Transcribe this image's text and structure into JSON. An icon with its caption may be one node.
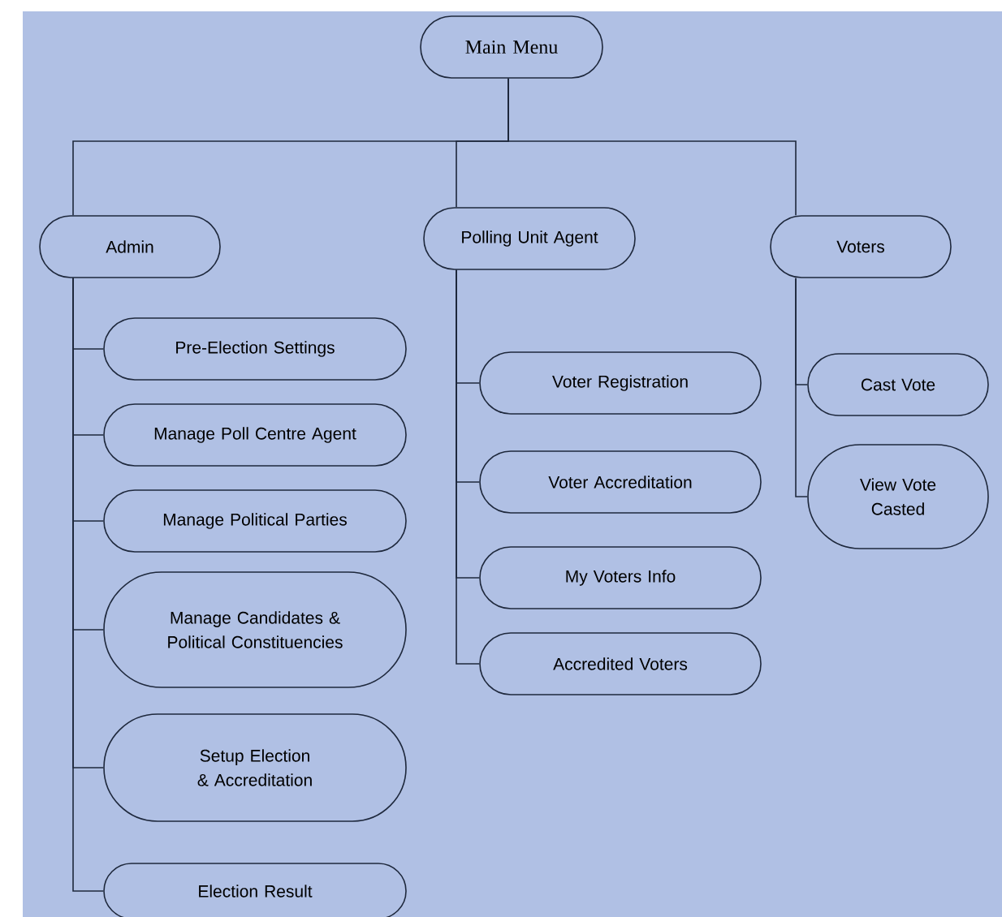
{
  "diagram": {
    "nodes": [
      {
        "text": [
          "Main Menu"
        ]
      },
      {
        "text": [
          "Admin"
        ]
      },
      {
        "text": [
          "Polling Unit Agent"
        ]
      },
      {
        "text": [
          "Voters"
        ]
      },
      {
        "text": [
          "Pre-Election Settings"
        ]
      },
      {
        "text": [
          "Manage Poll Centre Agent"
        ]
      },
      {
        "text": [
          "Manage Political Parties"
        ]
      },
      {
        "text": [
          "Manage Candidates & Political Constituencies"
        ]
      },
      {
        "text": [
          "Setup Election & Accreditation"
        ]
      },
      {
        "text": [
          "Election Result"
        ]
      },
      {
        "text": [
          "Voter Registration"
        ]
      },
      {
        "text": [
          "Voter Accreditation"
        ]
      },
      {
        "text": [
          "My Voters Info"
        ]
      },
      {
        "text": [
          "Accredited Voters"
        ]
      },
      {
        "text": [
          "Cast Vote"
        ]
      },
      {
        "text": [
          "View Vote Casted"
        ]
      }
    ],
    "edges": [
      {
        "from": 0,
        "to": 1,
        "arrow": "none"
      },
      {
        "from": 0,
        "to": 2,
        "arrow": "none"
      },
      {
        "from": 0,
        "to": 3,
        "arrow": "none"
      },
      {
        "from": 1,
        "to": 4,
        "arrow": "none"
      },
      {
        "from": 1,
        "to": 5,
        "arrow": "none"
      },
      {
        "from": 1,
        "to": 6,
        "arrow": "none"
      },
      {
        "from": 1,
        "to": 7,
        "arrow": "none"
      },
      {
        "from": 1,
        "to": 8,
        "arrow": "none"
      },
      {
        "from": 1,
        "to": 9,
        "arrow": "none"
      },
      {
        "from": 2,
        "to": 10,
        "arrow": "none"
      },
      {
        "from": 2,
        "to": 11,
        "arrow": "none"
      },
      {
        "from": 2,
        "to": 12,
        "arrow": "none"
      },
      {
        "from": 2,
        "to": 13,
        "arrow": "none"
      },
      {
        "from": 3,
        "to": 14,
        "arrow": "none"
      },
      {
        "from": 3,
        "to": 15,
        "arrow": "none"
      }
    ]
  }
}
